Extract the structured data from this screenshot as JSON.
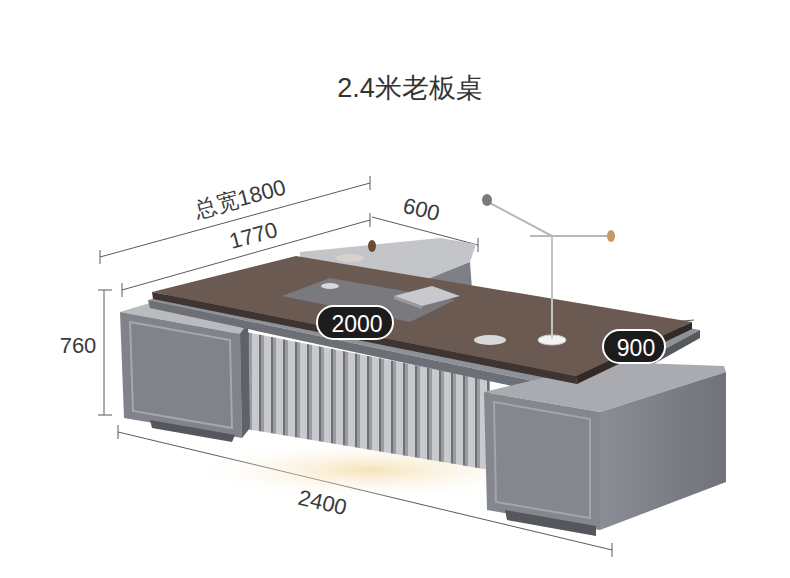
{
  "diagram": {
    "title": "2.4米老板桌",
    "nodes": [
      {
        "text": [
          "2000"
        ]
      },
      {
        "text": [
          "900"
        ]
      }
    ],
    "labels": [
      "总宽1800",
      "600",
      "1770",
      "760",
      "2400"
    ]
  }
}
